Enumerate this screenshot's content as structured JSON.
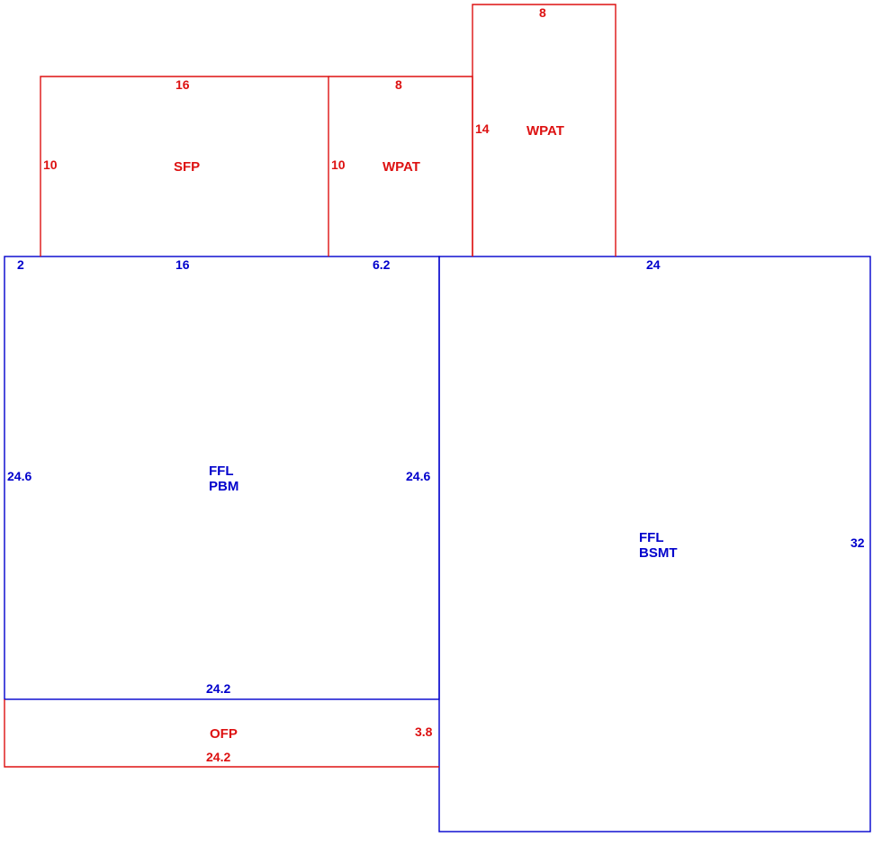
{
  "colors": {
    "main_structure": "#0000cc",
    "additions": "#dd1111",
    "background": "#ffffff"
  },
  "areas": {
    "sfp": {
      "label": "SFP",
      "dims": {
        "top": "16",
        "left": "10"
      }
    },
    "wpat_left": {
      "label": "WPAT",
      "dims": {
        "top": "8",
        "left": "10"
      }
    },
    "wpat_right": {
      "label": "WPAT",
      "dims": {
        "top": "8",
        "left": "14"
      }
    },
    "ffl_pbm": {
      "label_line1": "FFL",
      "label_line2": "PBM",
      "dims": {
        "top_a": "2",
        "top_b": "16",
        "top_c": "6.2",
        "left": "24.6",
        "right": "24.6",
        "bottom": "24.2"
      }
    },
    "ffl_bsmt": {
      "label_line1": "FFL",
      "label_line2": "BSMT",
      "dims": {
        "top": "24",
        "right": "32"
      }
    },
    "ofp": {
      "label": "OFP",
      "dims": {
        "bottom": "24.2",
        "right": "3.8"
      }
    }
  }
}
